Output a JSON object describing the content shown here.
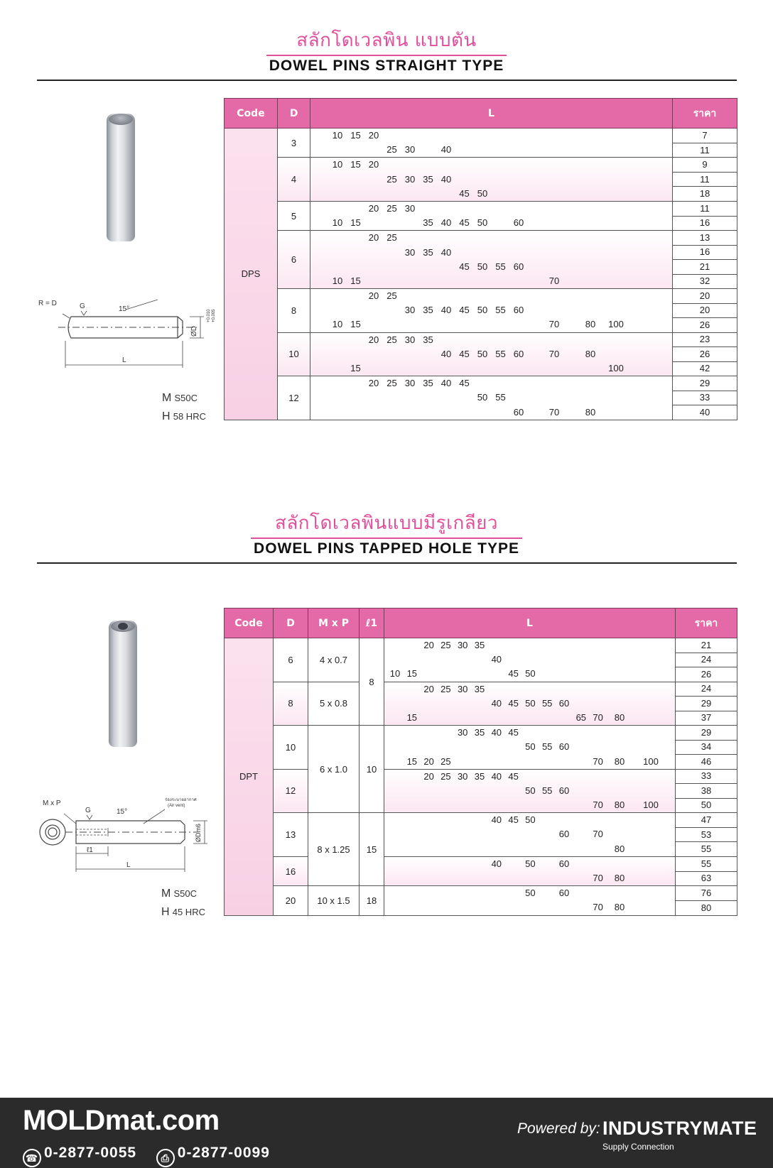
{
  "section1": {
    "title_th": "สลักโดเวลพิน แบบตัน",
    "title_en": "DOWEL PINS STRAIGHT TYPE",
    "material": {
      "m_label": "M",
      "m_value": "S50C",
      "h_label": "H",
      "h_value": "58 HRC"
    },
    "drawing": {
      "r_label": "R = D",
      "g_label": "G",
      "angle_label": "15°",
      "d_label": "ØD",
      "tol_upper": "+0.010",
      "tol_lower": "+0.005",
      "l_label": "L"
    },
    "table": {
      "headers": [
        "Code",
        "D",
        "L",
        "ราคา"
      ],
      "code": "DPS",
      "groups": [
        {
          "d": "3",
          "rows": [
            {
              "l": [
                "10",
                "15",
                "20"
              ],
              "price": "7"
            },
            {
              "l": [
                "25",
                "30",
                "40"
              ],
              "price": "11"
            }
          ]
        },
        {
          "d": "4",
          "rows": [
            {
              "l": [
                "10",
                "15",
                "20"
              ],
              "price": "9"
            },
            {
              "l": [
                "25",
                "30",
                "35",
                "40"
              ],
              "price": "11"
            },
            {
              "l": [
                "45",
                "50"
              ],
              "price": "18"
            }
          ]
        },
        {
          "d": "5",
          "rows": [
            {
              "l": [
                "20",
                "25",
                "30"
              ],
              "price": "11"
            },
            {
              "l": [
                "10",
                "15",
                "35",
                "40",
                "45",
                "50",
                "60"
              ],
              "price": "16"
            }
          ]
        },
        {
          "d": "6",
          "rows": [
            {
              "l": [
                "20",
                "25"
              ],
              "price": "13"
            },
            {
              "l": [
                "30",
                "35",
                "40"
              ],
              "price": "16"
            },
            {
              "l": [
                "45",
                "50",
                "55",
                "60"
              ],
              "price": "21"
            },
            {
              "l": [
                "10",
                "15",
                "70"
              ],
              "price": "32"
            }
          ]
        },
        {
          "d": "8",
          "rows": [
            {
              "l": [
                "20",
                "25"
              ],
              "price": "20"
            },
            {
              "l": [
                "30",
                "35",
                "40",
                "45",
                "50",
                "55",
                "60"
              ],
              "price": "20"
            },
            {
              "l": [
                "10",
                "15",
                "70",
                "80",
                "100"
              ],
              "price": "26"
            }
          ]
        },
        {
          "d": "10",
          "rows": [
            {
              "l": [
                "20",
                "25",
                "30",
                "35"
              ],
              "price": "23"
            },
            {
              "l": [
                "40",
                "45",
                "50",
                "55",
                "60",
                "70",
                "80"
              ],
              "price": "26"
            },
            {
              "l": [
                "15",
                "100"
              ],
              "price": "42"
            }
          ]
        },
        {
          "d": "12",
          "rows": [
            {
              "l": [
                "20",
                "25",
                "30",
                "35",
                "40",
                "45"
              ],
              "price": "29"
            },
            {
              "l": [
                "50",
                "55"
              ],
              "price": "33"
            },
            {
              "l": [
                "60",
                "70",
                "80"
              ],
              "price": "40"
            }
          ]
        }
      ]
    }
  },
  "section2": {
    "title_th": "สลักโดเวลพินแบบมีรูเกลียว",
    "title_en": "DOWEL PINS TAPPED HOLE TYPE",
    "material": {
      "m_label": "M",
      "m_value": "S50C",
      "h_label": "H",
      "h_value": "45 HRC"
    },
    "drawing": {
      "mxp_label": "M x P",
      "g_label": "G",
      "angle_label": "15°",
      "vent_th": "ร่องระบายอากาศ",
      "vent_en": "(Air vent)",
      "d_label": "ØDm6",
      "l1_label": "ℓ1",
      "l_label": "L"
    },
    "table": {
      "headers": [
        "Code",
        "D",
        "M x P",
        "ℓ1",
        "L",
        "ราคา"
      ],
      "code": "DPT",
      "mxp": [
        {
          "value": "4 x 0.7"
        },
        {
          "value": "5 x 0.8"
        },
        {
          "value": "6 x 1.0"
        },
        {
          "value": "8 x 1.25"
        },
        {
          "value": "10 x 1.5"
        }
      ],
      "l1": [
        {
          "value": "8"
        },
        {
          "value": "10"
        },
        {
          "value": "15"
        },
        {
          "value": "18"
        }
      ],
      "groups": [
        {
          "d": "6",
          "rows": [
            {
              "l": [
                "20",
                "25",
                "30",
                "35"
              ],
              "price": "21"
            },
            {
              "l": [
                "40"
              ],
              "price": "24"
            },
            {
              "l": [
                "10",
                "15",
                "45",
                "50"
              ],
              "price": "26"
            }
          ]
        },
        {
          "d": "8",
          "rows": [
            {
              "l": [
                "20",
                "25",
                "30",
                "35"
              ],
              "price": "24"
            },
            {
              "l": [
                "40",
                "45",
                "50",
                "55",
                "60"
              ],
              "price": "29"
            },
            {
              "l": [
                "15",
                "65",
                "70",
                "80"
              ],
              "price": "37"
            }
          ]
        },
        {
          "d": "10",
          "rows": [
            {
              "l": [
                "30",
                "35",
                "40",
                "45"
              ],
              "price": "29"
            },
            {
              "l": [
                "50",
                "55",
                "60"
              ],
              "price": "34"
            },
            {
              "l": [
                "15",
                "20",
                "25",
                "70",
                "80",
                "100"
              ],
              "price": "46"
            }
          ]
        },
        {
          "d": "12",
          "rows": [
            {
              "l": [
                "20",
                "25",
                "30",
                "35",
                "40",
                "45"
              ],
              "price": "33"
            },
            {
              "l": [
                "50",
                "55",
                "60"
              ],
              "price": "38"
            },
            {
              "l": [
                "70",
                "80",
                "100"
              ],
              "price": "50"
            }
          ]
        },
        {
          "d": "13",
          "rows": [
            {
              "l": [
                "40",
                "45",
                "50"
              ],
              "price": "47"
            },
            {
              "l": [
                "60",
                "70"
              ],
              "price": "53"
            },
            {
              "l": [
                "80"
              ],
              "price": "55"
            }
          ]
        },
        {
          "d": "16",
          "rows": [
            {
              "l": [
                "40",
                "50",
                "60"
              ],
              "price": "55"
            },
            {
              "l": [
                "70",
                "80"
              ],
              "price": "63"
            }
          ]
        },
        {
          "d": "20",
          "rows": [
            {
              "l": [
                "50",
                "60"
              ],
              "price": "76"
            },
            {
              "l": [
                "70",
                "80"
              ],
              "price": "80"
            }
          ]
        }
      ]
    }
  },
  "footer": {
    "brand": "MOLDmat.com",
    "phone_icon": "phone-icon",
    "phone": "0-2877-0055",
    "fax_icon": "fax-icon",
    "fax": "0-2877-0099",
    "powered_label": "Powered by:",
    "partner_logo": "INDUSTRYMATE",
    "partner_tagline": "Supply Connection"
  },
  "colors": {
    "accent_pink": "#e46aa7",
    "title_pink": "#e0509a",
    "footer_bg": "#2b2b2b"
  }
}
